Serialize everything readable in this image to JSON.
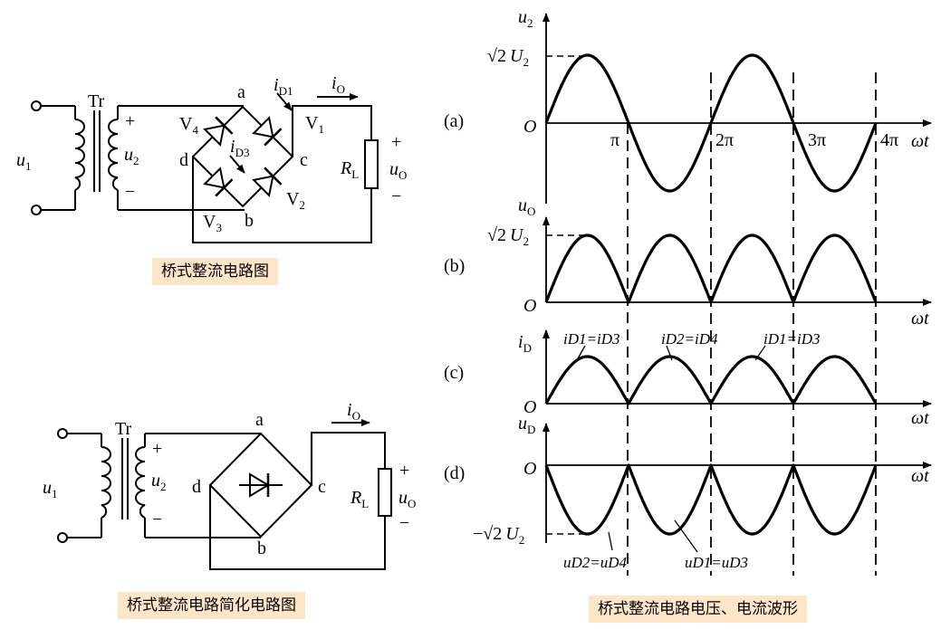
{
  "captions": {
    "bridge_circuit": "桥式整流电路图",
    "bridge_simplified": "桥式整流电路简化电路图",
    "waveforms": "桥式整流电路电压、电流波形"
  },
  "circuit": {
    "transformer": "Tr",
    "u1": "u",
    "u1_sub": "1",
    "u2": "u",
    "u2_sub": "2",
    "plus": "+",
    "minus": "−",
    "node_a": "a",
    "node_b": "b",
    "node_c": "c",
    "node_d": "d",
    "v1": "V",
    "v1_sub": "1",
    "v2": "V",
    "v2_sub": "2",
    "v3": "V",
    "v3_sub": "3",
    "v4": "V",
    "v4_sub": "4",
    "id1": "i",
    "id1_sub": "D1",
    "id3": "i",
    "id3_sub": "D3",
    "io": "i",
    "io_sub": "O",
    "rl": "R",
    "rl_sub": "L",
    "uo": "u",
    "uo_sub": "O"
  },
  "waveforms": {
    "panel_a": "(a)",
    "panel_b": "(b)",
    "panel_c": "(c)",
    "panel_d": "(d)",
    "origin": "O",
    "x_axis": "ωt",
    "u2_axis": "u",
    "u2_axis_sub": "2",
    "uo_axis": "u",
    "uo_axis_sub": "O",
    "id_axis": "i",
    "id_axis_sub": "D",
    "ud_axis": "u",
    "ud_axis_sub": "D",
    "peak": "√2",
    "peak_u": "U",
    "peak_u_sub": "2",
    "neg_peak": "−√2",
    "tick_pi": "π",
    "tick_2pi": "2π",
    "tick_3pi": "3π",
    "tick_4pi": "4π",
    "id_label_1": "iD1=iD3",
    "id_label_2": "iD2=iD4",
    "id_label_3": "iD1=iD3",
    "ud_label_1": "uD2=uD4",
    "ud_label_2": "uD1=uD3"
  }
}
